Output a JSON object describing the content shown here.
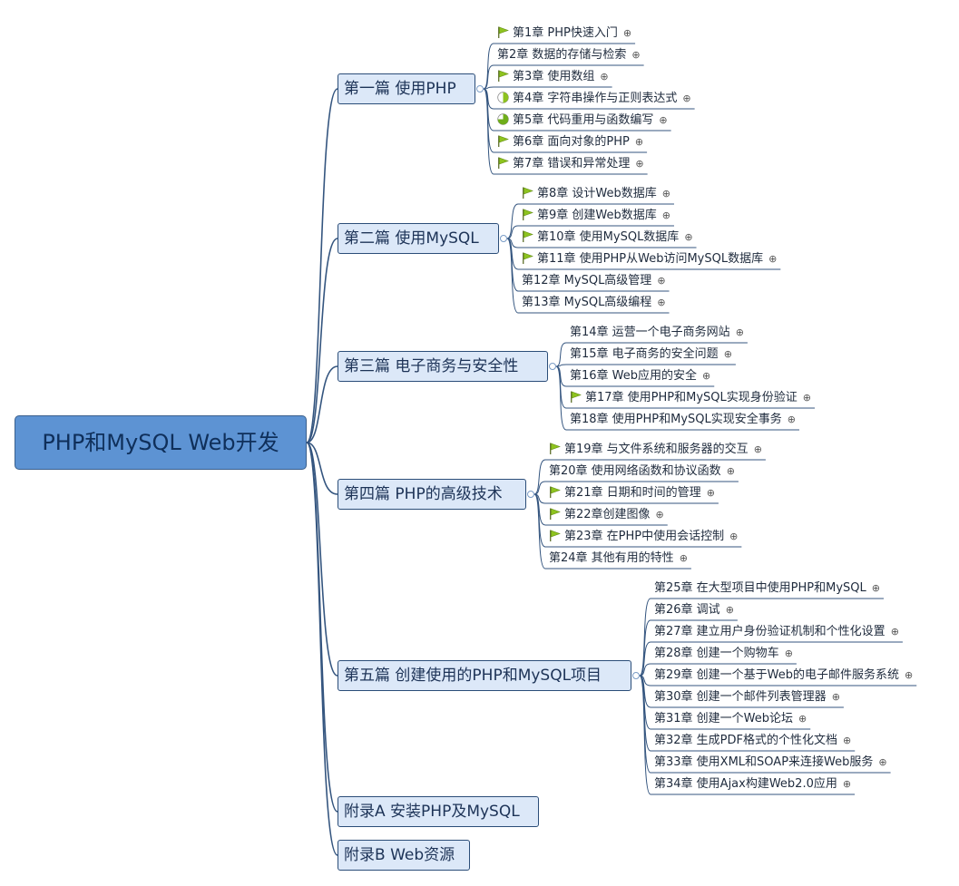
{
  "central": "PHP和MySQL Web开发",
  "parts": [
    {
      "label": "第一篇 使用PHP",
      "chapters": [
        {
          "label": "第1章 PHP快速入门",
          "icon": "flag"
        },
        {
          "label": "第2章 数据的存储与检索",
          "icon": ""
        },
        {
          "label": "第3章 使用数组",
          "icon": "flag"
        },
        {
          "label": "第4章 字符串操作与正则表达式",
          "icon": "progress-50"
        },
        {
          "label": "第5章 代码重用与函数编写",
          "icon": "progress-75"
        },
        {
          "label": "第6章 面向对象的PHP",
          "icon": "flag"
        },
        {
          "label": "第7章 错误和异常处理",
          "icon": "flag"
        }
      ]
    },
    {
      "label": "第二篇 使用MySQL",
      "chapters": [
        {
          "label": "第8章 设计Web数据库",
          "icon": "flag"
        },
        {
          "label": "第9章 创建Web数据库",
          "icon": "flag"
        },
        {
          "label": "第10章 使用MySQL数据库",
          "icon": "flag"
        },
        {
          "label": "第11章 使用PHP从Web访问MySQL数据库",
          "icon": "flag"
        },
        {
          "label": "第12章 MySQL高级管理",
          "icon": ""
        },
        {
          "label": "第13章 MySQL高级编程",
          "icon": ""
        }
      ]
    },
    {
      "label": "第三篇 电子商务与安全性",
      "chapters": [
        {
          "label": "第14章 运营一个电子商务网站",
          "icon": ""
        },
        {
          "label": "第15章 电子商务的安全问题",
          "icon": ""
        },
        {
          "label": "第16章 Web应用的安全",
          "icon": ""
        },
        {
          "label": "第17章 使用PHP和MySQL实现身份验证",
          "icon": "flag"
        },
        {
          "label": "第18章 使用PHP和MySQL实现安全事务",
          "icon": ""
        }
      ]
    },
    {
      "label": "第四篇 PHP的高级技术",
      "chapters": [
        {
          "label": "第19章 与文件系统和服务器的交互",
          "icon": "flag"
        },
        {
          "label": "第20章 使用网络函数和协议函数",
          "icon": ""
        },
        {
          "label": "第21章 日期和时间的管理",
          "icon": "flag"
        },
        {
          "label": "第22章创建图像",
          "icon": "flag"
        },
        {
          "label": "第23章 在PHP中使用会话控制",
          "icon": "flag"
        },
        {
          "label": "第24章 其他有用的特性",
          "icon": ""
        }
      ]
    },
    {
      "label": "第五篇 创建使用的PHP和MySQL项目",
      "chapters": [
        {
          "label": "第25章 在大型项目中使用PHP和MySQL",
          "icon": ""
        },
        {
          "label": "第26章 调试",
          "icon": ""
        },
        {
          "label": "第27章 建立用户身份验证机制和个性化设置",
          "icon": ""
        },
        {
          "label": "第28章 创建一个购物车",
          "icon": ""
        },
        {
          "label": "第29章 创建一个基于Web的电子邮件服务系统",
          "icon": ""
        },
        {
          "label": "第30章 创建一个邮件列表管理器",
          "icon": ""
        },
        {
          "label": "第31章 创建一个Web论坛",
          "icon": ""
        },
        {
          "label": "第32章 生成PDF格式的个性化文档",
          "icon": ""
        },
        {
          "label": "第33章 使用XML和SOAP来连接Web服务",
          "icon": ""
        },
        {
          "label": "第34章 使用Ajax构建Web2.0应用",
          "icon": ""
        }
      ]
    },
    {
      "label": "附录A 安装PHP及MySQL",
      "chapters": []
    },
    {
      "label": "附录B Web资源",
      "chapters": []
    }
  ],
  "expand_glyph": "⊕",
  "colors": {
    "central_fill": "#5d93d3",
    "main_fill": "#dce8f8",
    "line": "#2b4d78",
    "flag": "#8ec31f"
  }
}
